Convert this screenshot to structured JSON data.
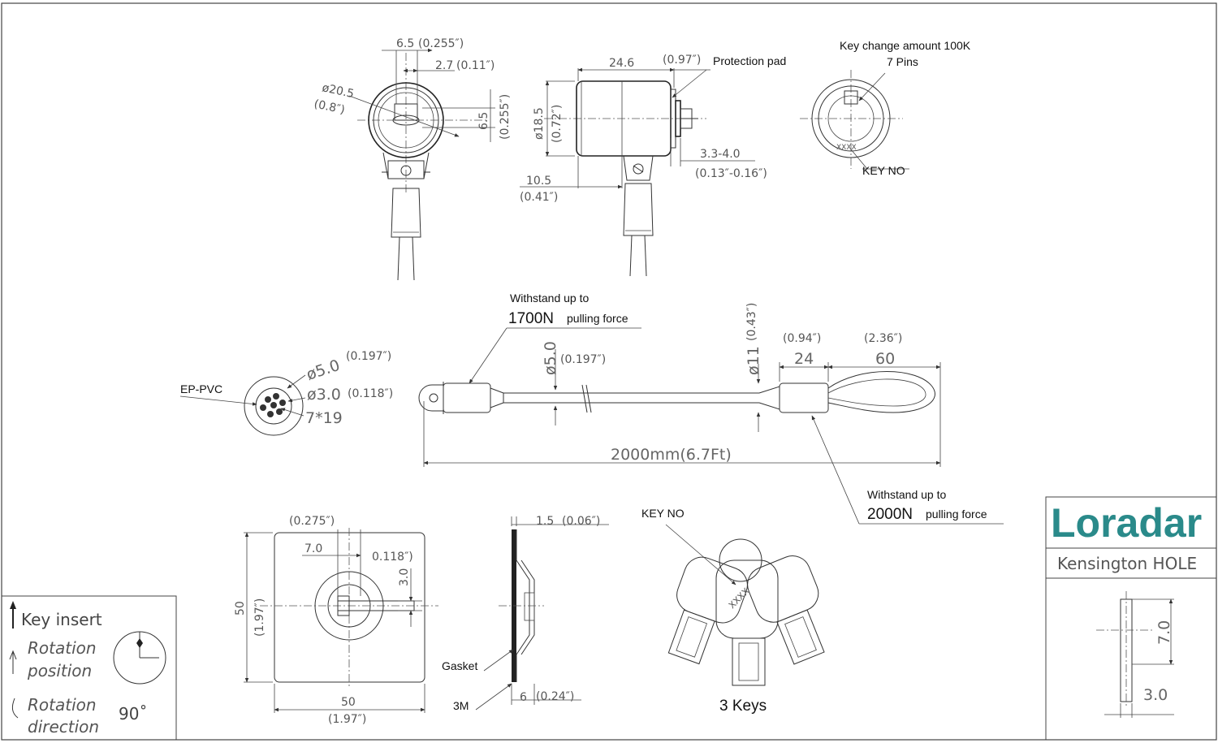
{
  "top_front": {
    "dim_width": "6.5",
    "dim_width_in": "(0.255″)",
    "dim_slot": "2.7",
    "dim_slot_in": "(0.11″)",
    "dim_dia": "ø20.5",
    "dim_dia_in": "(0.8″)",
    "dim_height": "6.5",
    "dim_height_in": "(0.255″)"
  },
  "top_side": {
    "dim_len": "24.6",
    "dim_len_in": "(0.97″)",
    "protection_pad": "Protection pad",
    "dim_dia": "ø18.5",
    "dim_dia_in": "(0.72″)",
    "dim_range": "3.3-4.0",
    "dim_range_in": "(0.13″-0.16″)",
    "dim_offset": "10.5",
    "dim_offset_in": "(0.41″)"
  },
  "key_face": {
    "key_change": "Key change amount 100K",
    "pins": "7 Pins",
    "key_no": "KEY NO",
    "marking": "XXXX"
  },
  "cable": {
    "withstand_top_1": "Withstand up to",
    "withstand_top_2": "1700N",
    "withstand_top_3": "pulling force",
    "dim_dia5": "ø5.0",
    "dim_dia5_in": "(0.197″)",
    "dim_dia11": "ø11",
    "dim_dia11_in": "(0.43″)",
    "dim_24_in": "(0.94″)",
    "dim_24": "24",
    "dim_60_in": "(2.36″)",
    "dim_60": "60",
    "length": "2000mm(6.7Ft)",
    "withstand_bot_1": "Withstand up to",
    "withstand_bot_2": "2000N",
    "withstand_bot_3": "pulling force"
  },
  "section": {
    "material": "EP-PVC",
    "outer": "ø5.0",
    "outer_in": "(0.197″)",
    "inner": "ø3.0",
    "inner_in": "(0.118″)",
    "strand": "7*19"
  },
  "plate": {
    "dim_hole_in": "(0.275″)",
    "dim_hole": "7.0",
    "dim_slot_in": "0.118″)",
    "dim_slot": "3.0",
    "dim_h": "50",
    "dim_h_in": "(1.97″)",
    "dim_w": "50",
    "dim_w_in": "(1.97″)"
  },
  "plate_side": {
    "dim_t": "1.5",
    "dim_t_in": "(0.06″)",
    "gasket": "Gasket",
    "tape": "3M",
    "dim_6": "6",
    "dim_6_in": "(0.24″)"
  },
  "keys": {
    "key_no": "KEY NO",
    "caption": "3 Keys",
    "marking": "XXXX"
  },
  "legend": {
    "key_insert": "Key insert",
    "rotation_position_1": "Rotation",
    "rotation_position_2": "position",
    "rotation_direction_1": "Rotation",
    "rotation_direction_2": "direction",
    "angle": "90˚"
  },
  "title_block": {
    "brand": "Loradar",
    "title": "Kensington HOLE",
    "dim_7": "7.0",
    "dim_3": "3.0"
  }
}
